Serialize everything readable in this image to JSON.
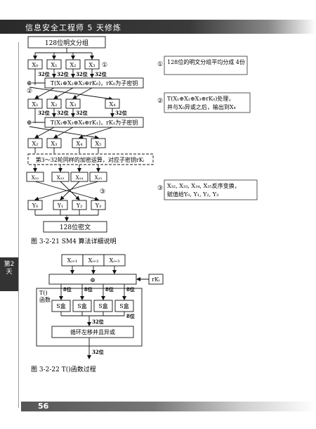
{
  "header": {
    "title": "信息安全工程师 5 天修炼"
  },
  "side_tab": {
    "label": "第2天"
  },
  "footer": {
    "page_number": "56"
  },
  "figure1": {
    "caption": "图 3-2-21    SM4 算法详细说明",
    "plaintext_box": "128位明文分组",
    "x_row1": [
      "X₀",
      "X₁",
      "X₂",
      "X₃"
    ],
    "bits": "32位",
    "round1_formula": "T(X₁⊕X₂⊕X₃⊕rK₀)，rK₀为子密钥",
    "x_row2": [
      "X₁",
      "X₂",
      "X₃",
      "X₄"
    ],
    "round2_formula": "T(X₂⊕X₃⊕X₄⊕rK₁)，rK₁为子密钥",
    "x_row3": [
      "X₂",
      "X₃",
      "X₄",
      "X₅"
    ],
    "rounds_note": "第3～32轮同样的加密运算，对应子密钥rKᵢ",
    "x_row4": [
      "X₃₂",
      "X₃₃",
      "X₃₄",
      "X₃₅"
    ],
    "y_row": [
      "Y₀",
      "Y₁",
      "Y₂",
      "Y₃"
    ],
    "ciphertext_box": "128位密文",
    "marker1": "①",
    "marker2": "②",
    "marker3": "③",
    "xor": "⊕",
    "note1": "128位的明文分组平均分成 4份",
    "note2_line1": "T(X₁⊕X₂⊕X₃⊕rK₀)处理，",
    "note2_line2": "并与X₀异或之后，输出到X₄",
    "note3_line1": "X₃₂, X₃₃, X₃₄, X₃₅反序变换，",
    "note3_line2": "赋值给Y₀, Y₁, Y₂, Y₃"
  },
  "figure2": {
    "caption": "图 3-2-22    T()函数过程",
    "inputs": [
      "Xᵢ₊₁",
      "Xᵢ₊₂",
      "Xᵢ₊₃"
    ],
    "rk": "rKᵢ",
    "xor": "⊕",
    "t_label_line1": "T()",
    "t_label_line2": "函数",
    "bits8": "8位",
    "bits32": "32位",
    "sbox": "S盒",
    "shift_box": "循环左移并且异或"
  }
}
